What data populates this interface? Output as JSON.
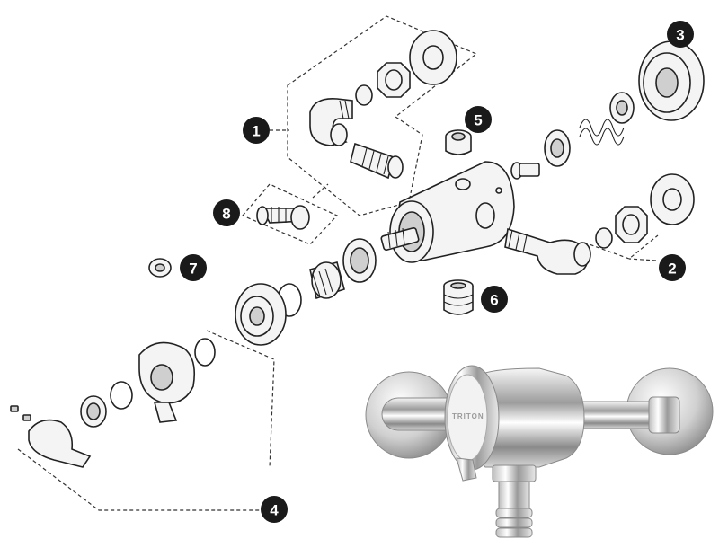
{
  "callouts": {
    "c1": "1",
    "c2": "2",
    "c3": "3",
    "c4": "4",
    "c5": "5",
    "c6": "6",
    "c7": "7",
    "c8": "8"
  },
  "product": {
    "brand": "TRITON"
  },
  "colors": {
    "callout_fill": "#1a1a1a",
    "callout_text": "#ffffff",
    "line_art": "#222222"
  }
}
